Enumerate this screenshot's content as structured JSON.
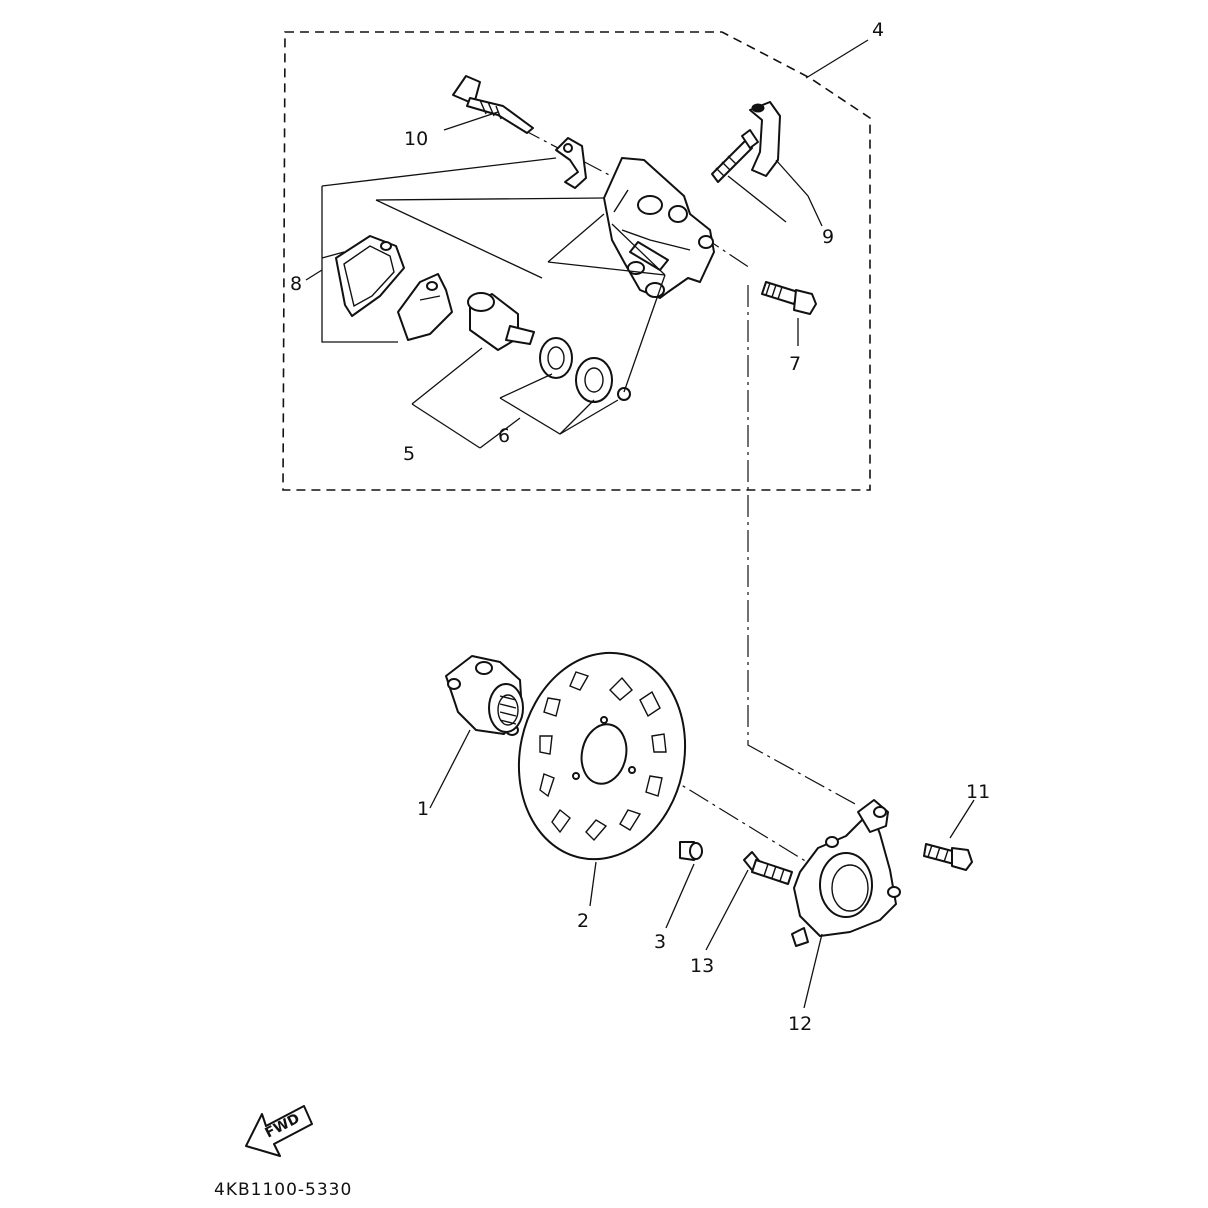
{
  "diagram": {
    "drawing_code": "4KB1100-5330",
    "fwd_label": "FWD",
    "callouts": [
      "1",
      "2",
      "3",
      "4",
      "5",
      "6",
      "7",
      "8",
      "9",
      "10",
      "11",
      "12",
      "13"
    ]
  }
}
